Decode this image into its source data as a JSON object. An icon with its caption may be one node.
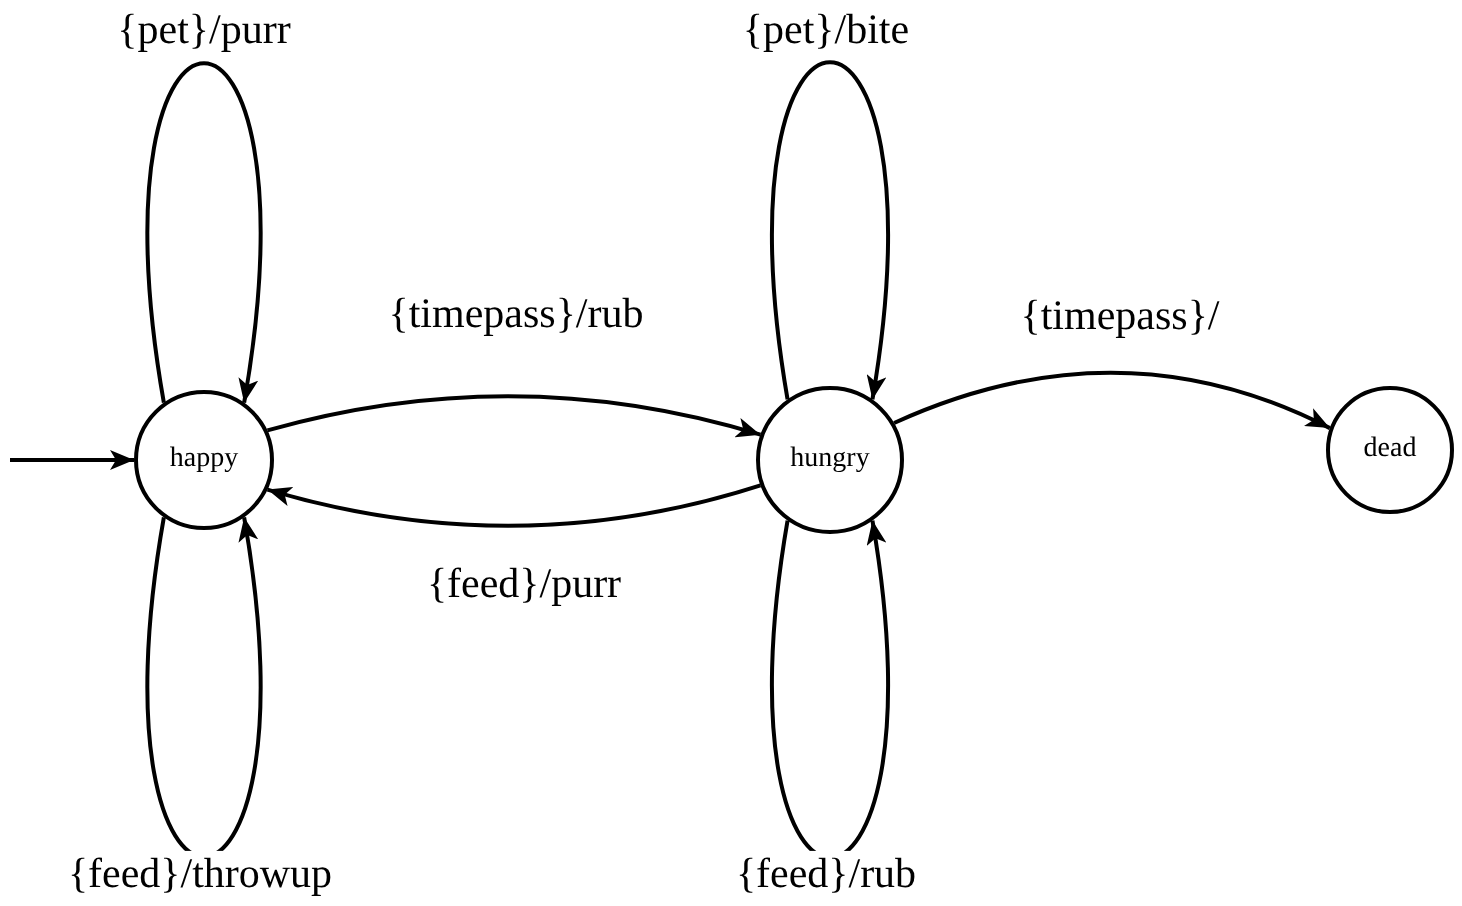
{
  "diagram": {
    "nodes": [
      {
        "text": [
          "happy"
        ]
      },
      {
        "text": [
          "hungry"
        ]
      },
      {
        "text": [
          "dead"
        ]
      }
    ],
    "edges": [
      {
        "from": null,
        "to": 0,
        "arrow": "to"
      },
      {
        "from": 0,
        "to": 0,
        "label": "{pet}/purr",
        "arrow": "to"
      },
      {
        "from": 0,
        "to": 0,
        "label": "{feed}/throwup",
        "arrow": "to"
      },
      {
        "from": 0,
        "to": 1,
        "label": "{timepass}/rub",
        "arrow": "to"
      },
      {
        "from": 1,
        "to": 0,
        "label": "{feed}/purr",
        "arrow": "to"
      },
      {
        "from": 1,
        "to": 1,
        "label": "{pet}/bite",
        "arrow": "to"
      },
      {
        "from": 1,
        "to": 1,
        "label": "{feed}/rub",
        "arrow": "to"
      },
      {
        "from": 1,
        "to": 2,
        "label": "{timepass}/",
        "arrow": "to"
      }
    ]
  }
}
